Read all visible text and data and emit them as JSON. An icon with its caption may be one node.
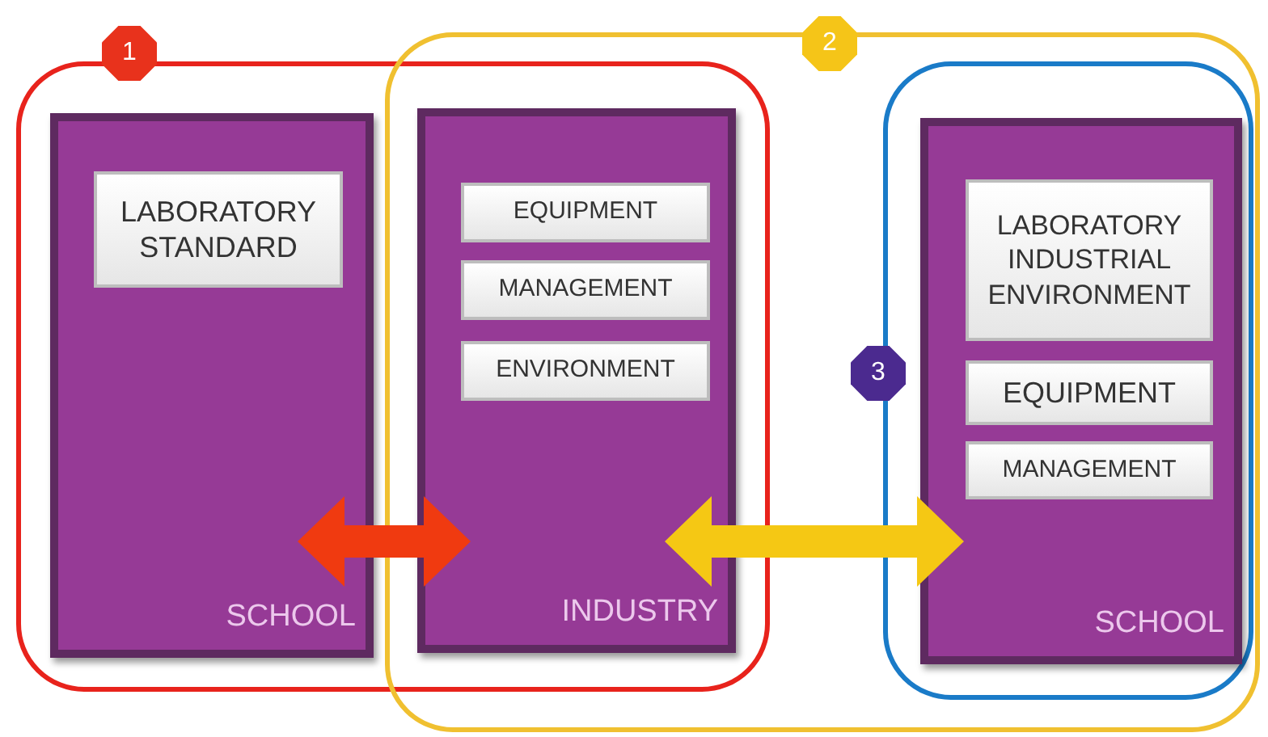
{
  "diagram": {
    "nodes": [
      {
        "text": [
          "1"
        ]
      },
      {
        "text": [
          "SCHOOL"
        ],
        "in": 0
      },
      {
        "text": [
          "LABORATORY STANDARD"
        ],
        "in": 1
      },
      {
        "text": [
          "2"
        ]
      },
      {
        "text": [
          "INDUSTRY"
        ]
      },
      {
        "text": [
          "EQUIPMENT"
        ],
        "in": 4
      },
      {
        "text": [
          "MANAGEMENT"
        ],
        "in": 4
      },
      {
        "text": [
          "ENVIRONMENT"
        ],
        "in": 4
      },
      {
        "text": [
          "3"
        ],
        "in": 3
      },
      {
        "text": [
          "SCHOOL"
        ],
        "in": 8
      },
      {
        "text": [
          "LABORATORY INDUSTRIAL ENVIRONMENT"
        ],
        "in": 9
      },
      {
        "text": [
          "EQUIPMENT"
        ],
        "in": 9
      },
      {
        "text": [
          "MANAGEMENT"
        ],
        "in": 9
      }
    ],
    "edges": [
      {
        "from": 1,
        "to": 4,
        "arrow": "both",
        "color": "#f03a10"
      },
      {
        "from": 4,
        "to": 9,
        "arrow": "both",
        "color": "#f5c814"
      }
    ]
  }
}
